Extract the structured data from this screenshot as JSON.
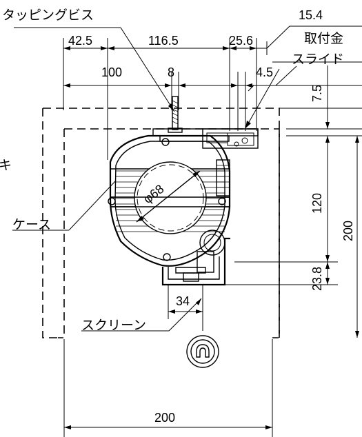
{
  "labels": {
    "tapping_screw": "タッピングビス",
    "mount_bracket": "取付金",
    "slide": "スライド",
    "case": "ケース",
    "screen": "スクリーン",
    "left_edge": "キ"
  },
  "dimensions": {
    "d15_4": "15.4",
    "d42_5": "42.5",
    "d116_5": "116.5",
    "d25_6": "25.6",
    "d100": "100",
    "d8": "8",
    "d4_5": "4.5",
    "d7_5": "7.5",
    "d120": "120",
    "d200_v": "200",
    "d23_8": "23.8",
    "d34": "34",
    "d200_h": "200",
    "phi68": "φ68"
  }
}
